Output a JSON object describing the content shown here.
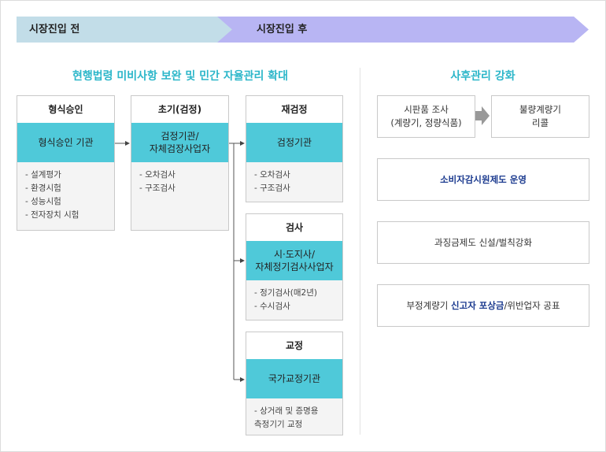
{
  "phases": {
    "before": "시장진입 전",
    "after": "시장진입 후"
  },
  "sections": {
    "left_title": "현행법령 미비사항 보완 및 민간 자율관리 확대",
    "right_title": "사후관리 강화"
  },
  "process": {
    "type_approval": {
      "head": "형식승인",
      "org": "형식승인 기관",
      "items": [
        "- 설계평가",
        "- 환경시험",
        "- 성능시험",
        "- 전자장치 시험"
      ]
    },
    "initial": {
      "head": "초기(검정)",
      "org": "검정기관/\n자체검장사업자",
      "items": [
        "- 오차검사",
        "- 구조검사"
      ]
    },
    "reverify": {
      "head": "재검정",
      "org": "검정기관",
      "items": [
        "- 오차검사",
        "- 구조검사"
      ]
    },
    "inspection": {
      "head": "검사",
      "org": "시·도지사/\n자체정기검사사업자",
      "items": [
        "- 정기검사(매2년)",
        "- 수시검사"
      ]
    },
    "calibration": {
      "head": "교정",
      "org": "국가교정기관",
      "items": [
        "- 상거래 및 증명용\n  측정기기 교정"
      ]
    }
  },
  "aftercare": {
    "market_survey": "시판품 조사\n(계량기, 정량식품)",
    "recall": "불량계량기\n리콜",
    "consumer_monitor": "소비자감시원제도 운영",
    "penalty": "과징금제도 신설/벌칙강화",
    "reward_pre": "부정계량기 ",
    "reward_highlight": "신고자 포상금",
    "reward_post": "/위반업자 공표"
  }
}
